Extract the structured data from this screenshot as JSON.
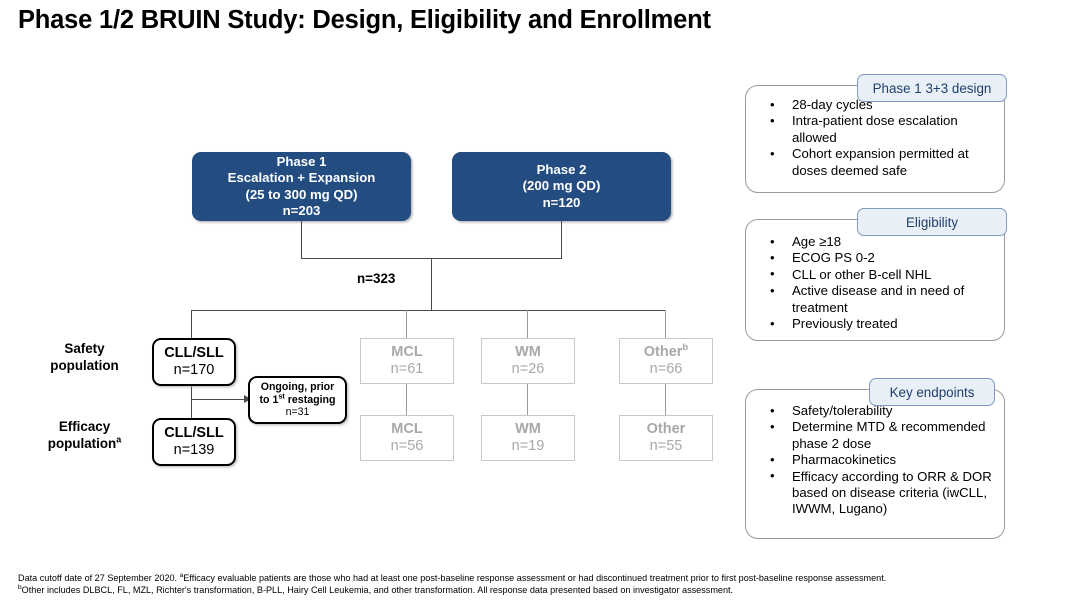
{
  "title": "Phase 1/2 BRUIN Study: Design, Eligibility and Enrollment",
  "colors": {
    "phase_box_blue": "#234c80",
    "tab_fill": "#e9eff6",
    "tab_border": "#7e9bbd",
    "tab_text": "#1f3f6b",
    "gray_box_border": "#c8c8c8",
    "gray_box_text": "#a8a8a8",
    "connector": "#4a4a4a"
  },
  "phase_boxes": [
    {
      "name": "phase-1",
      "line1": "Phase 1",
      "line2": "Escalation + Expansion",
      "line3": "(25 to 300 mg QD)",
      "line4": "n=203"
    },
    {
      "name": "phase-2",
      "line1": "Phase 2",
      "line2": "(200 mg QD)",
      "line3": "n=120"
    }
  ],
  "total": "n=323",
  "row_labels": {
    "safety_line1": "Safety",
    "safety_line2": "population",
    "efficacy_line1": "Efficacy",
    "efficacy_line2": "population",
    "efficacy_sup": "a"
  },
  "safety_row": [
    {
      "name": "cll-sll",
      "label": "CLL/SLL",
      "sup": "",
      "n": "n=170",
      "style": "black"
    },
    {
      "name": "mcl",
      "label": "MCL",
      "sup": "",
      "n": "n=61",
      "style": "gray"
    },
    {
      "name": "wm",
      "label": "WM",
      "sup": "",
      "n": "n=26",
      "style": "gray"
    },
    {
      "name": "other",
      "label": "Other",
      "sup": "b",
      "n": "n=66",
      "style": "gray"
    }
  ],
  "efficacy_row": [
    {
      "name": "cll-sll",
      "label": "CLL/SLL",
      "sup": "",
      "n": "n=139",
      "style": "black"
    },
    {
      "name": "mcl",
      "label": "MCL",
      "sup": "",
      "n": "n=56",
      "style": "gray"
    },
    {
      "name": "wm",
      "label": "WM",
      "sup": "",
      "n": "n=19",
      "style": "gray"
    },
    {
      "name": "other",
      "label": "Other",
      "sup": "",
      "n": "n=55",
      "style": "gray"
    }
  ],
  "ongoing_box": {
    "line1": "Ongoing, prior",
    "line2a": "to 1",
    "line2sup": "st",
    "line2b": " restaging",
    "line3": "n=31"
  },
  "callouts": [
    {
      "name": "phase-1-design",
      "tab": "Phase 1 3+3 design",
      "items": [
        "28-day cycles",
        "Intra-patient dose escalation allowed",
        "Cohort expansion permitted at doses deemed safe"
      ]
    },
    {
      "name": "eligibility",
      "tab": "Eligibility",
      "items": [
        "Age ≥18",
        "ECOG PS 0-2",
        "CLL or other B-cell NHL",
        "Active disease and in need of treatment",
        "Previously treated"
      ]
    },
    {
      "name": "key-endpoints",
      "tab": "Key endpoints",
      "items": [
        "Safety/tolerability",
        "Determine MTD & recommended phase 2 dose",
        "Pharmacokinetics",
        "Efficacy according to ORR & DOR based on disease criteria (iwCLL, IWWM, Lugano)"
      ]
    }
  ],
  "footnotes": {
    "line1_a": "Data cutoff date of 27 September 2020. ",
    "line1_sup": "a",
    "line1_b": "Efficacy evaluable patients are those who had at least one post-baseline response assessment or had discontinued treatment prior to first post-baseline response assessment.",
    "line2_sup": "b",
    "line2_b": "Other includes DLBCL, FL, MZL, Richter's transformation, B-PLL, Hairy Cell Leukemia, and other transformation. All response data presented based on investigator assessment."
  }
}
